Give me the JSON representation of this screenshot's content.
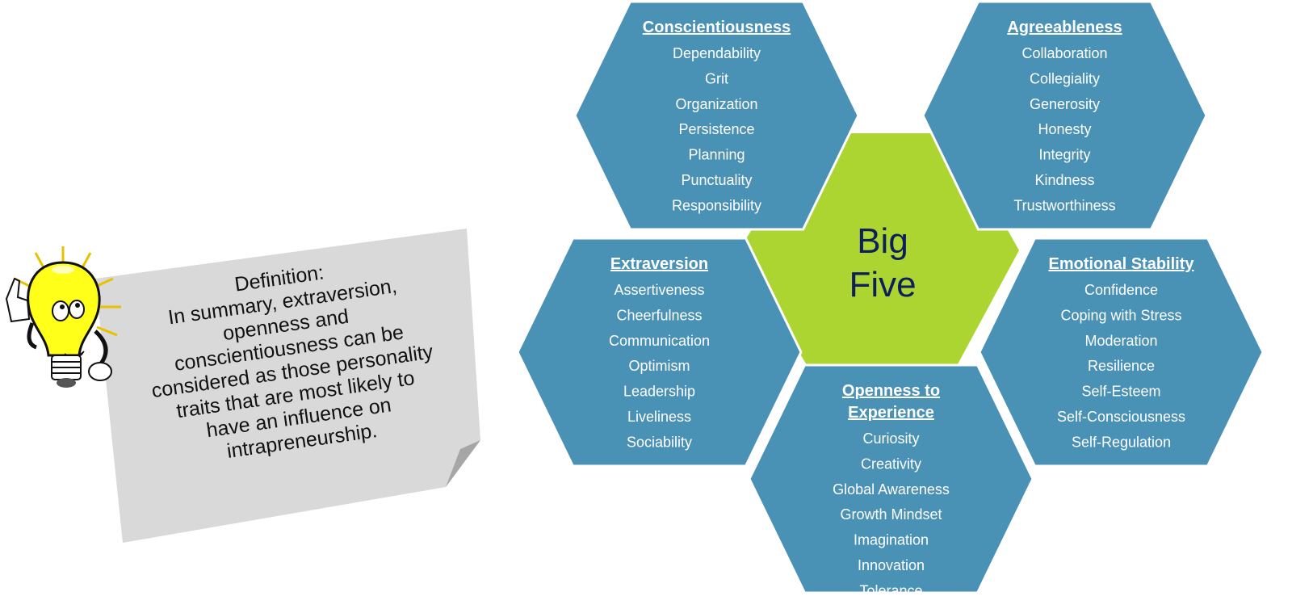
{
  "center": {
    "line1": "Big",
    "line2": "Five"
  },
  "colors": {
    "hex_fill": "#4a91b6",
    "center_fill": "#acd531",
    "center_text": "#0d1f5c",
    "card_fill": "#d9d9d9",
    "card_fold": "#a6a6a6"
  },
  "traits": [
    {
      "title": [
        "Conscientiousness"
      ],
      "items": [
        "Dependability",
        "Grit",
        "Organization",
        "Persistence",
        "Planning",
        "Punctuality",
        "Responsibility"
      ]
    },
    {
      "title": [
        "Agreeableness"
      ],
      "items": [
        "Collaboration",
        "Collegiality",
        "Generosity",
        "Honesty",
        "Integrity",
        "Kindness",
        "Trustworthiness"
      ]
    },
    {
      "title": [
        "Extraversion"
      ],
      "items": [
        "Assertiveness",
        "Cheerfulness",
        "Communication",
        "Optimism",
        "Leadership",
        "Liveliness",
        "Sociability"
      ]
    },
    {
      "title": [
        "Emotional Stability"
      ],
      "items": [
        "Confidence",
        "Coping with Stress",
        "Moderation",
        "Resilience",
        "Self-Esteem",
        "Self-Consciousness",
        "Self-Regulation"
      ]
    },
    {
      "title": [
        "Openness to",
        "Experience"
      ],
      "items": [
        "Curiosity",
        "Creativity",
        "Global Awareness",
        "Growth Mindset",
        "Imagination",
        "Innovation",
        "Tolerance"
      ]
    }
  ],
  "definition": {
    "heading": "Definition:",
    "lines": [
      "In summary, extraversion,",
      "openness and",
      "conscientiousness can be",
      "considered as those personality",
      "traits that are most likely to",
      "have an influence on",
      "intrapreneurship."
    ]
  },
  "mascot_icon": "lightbulb-character-icon"
}
